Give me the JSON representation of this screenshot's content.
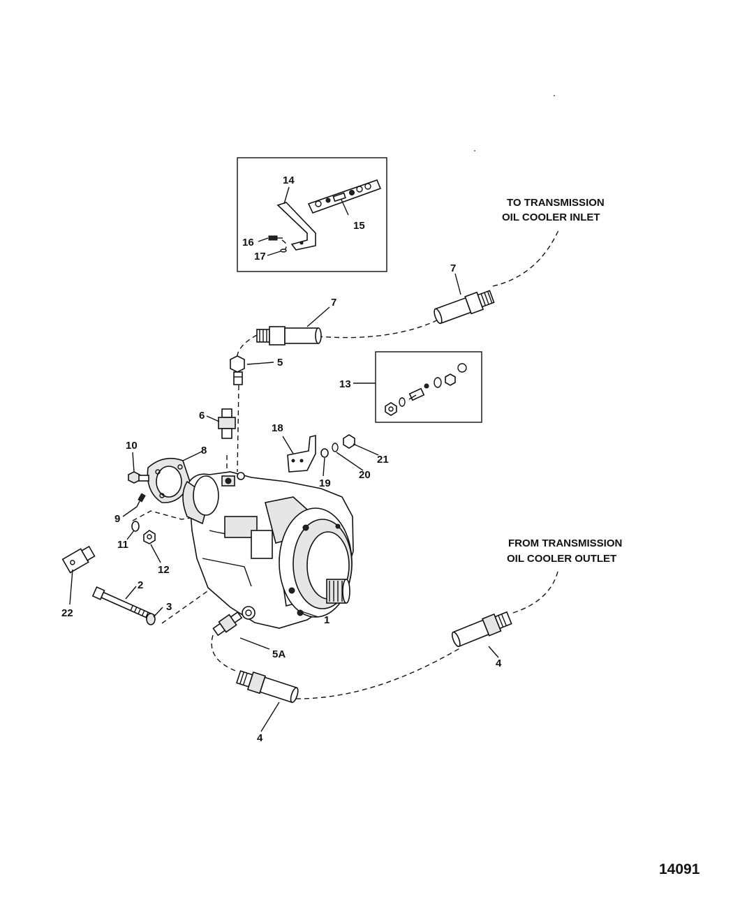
{
  "notes": {
    "to_line1": "TO TRANSMISSION",
    "to_line2": "OIL COOLER INLET",
    "from_line1": "FROM TRANSMISSION",
    "from_line2": "OIL COOLER OUTLET"
  },
  "figure_number": "14091",
  "callouts": {
    "c1": "1",
    "c2": "2",
    "c3": "3",
    "c4a": "4",
    "c4b": "4",
    "c5": "5",
    "c5a": "5A",
    "c6": "6",
    "c7a": "7",
    "c7b": "7",
    "c8": "8",
    "c9": "9",
    "c10": "10",
    "c11": "11",
    "c12": "12",
    "c13": "13",
    "c14": "14",
    "c15": "15",
    "c16": "16",
    "c17": "17",
    "c18": "18",
    "c19": "19",
    "c20": "20",
    "c21": "21",
    "c22": "22"
  }
}
